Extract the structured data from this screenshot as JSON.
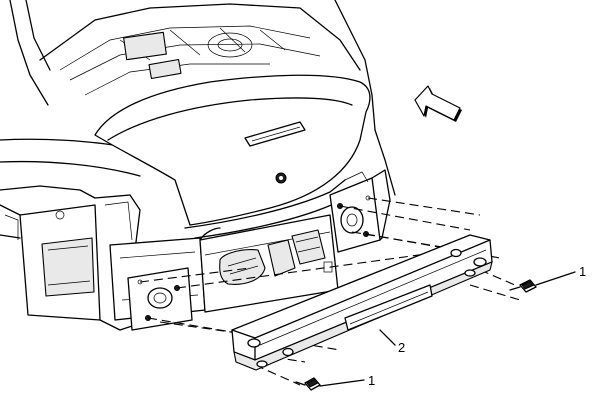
{
  "callouts": [
    {
      "id": "bolt-top",
      "label": "1"
    },
    {
      "id": "impact-bar",
      "label": "2"
    },
    {
      "id": "bolt-bottom",
      "label": "1"
    }
  ],
  "colors": {
    "line": "#000000",
    "background": "#ffffff",
    "shade": "#e9e9e9"
  },
  "icons": {
    "direction": "forward-arrow-icon"
  }
}
